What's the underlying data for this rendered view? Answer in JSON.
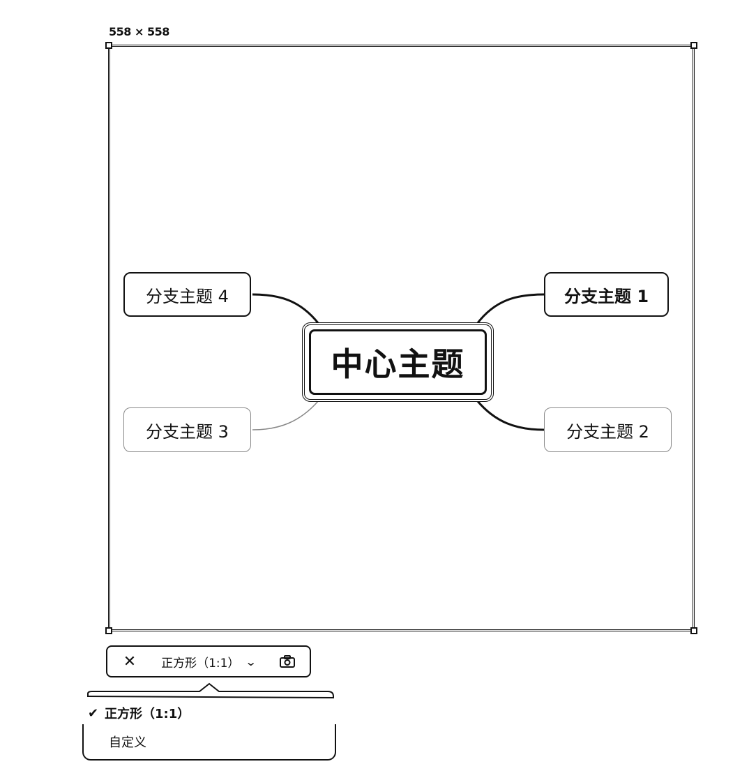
{
  "capture": {
    "size_label": "558 × 558"
  },
  "mindmap": {
    "center": "中心主题",
    "branches": [
      {
        "id": 1,
        "label": "分支主题 1"
      },
      {
        "id": 2,
        "label": "分支主题 2"
      },
      {
        "id": 3,
        "label": "分支主题 3"
      },
      {
        "id": 4,
        "label": "分支主题 4"
      }
    ]
  },
  "toolbar": {
    "close_icon": "close-icon",
    "aspect_value": "正方形（1:1）",
    "chevron_icon": "chevron-down-icon",
    "camera_icon": "camera-icon"
  },
  "dropdown": {
    "options": [
      {
        "label": "正方形（1:1）",
        "selected": true
      },
      {
        "label": "自定义",
        "selected": false
      }
    ]
  }
}
